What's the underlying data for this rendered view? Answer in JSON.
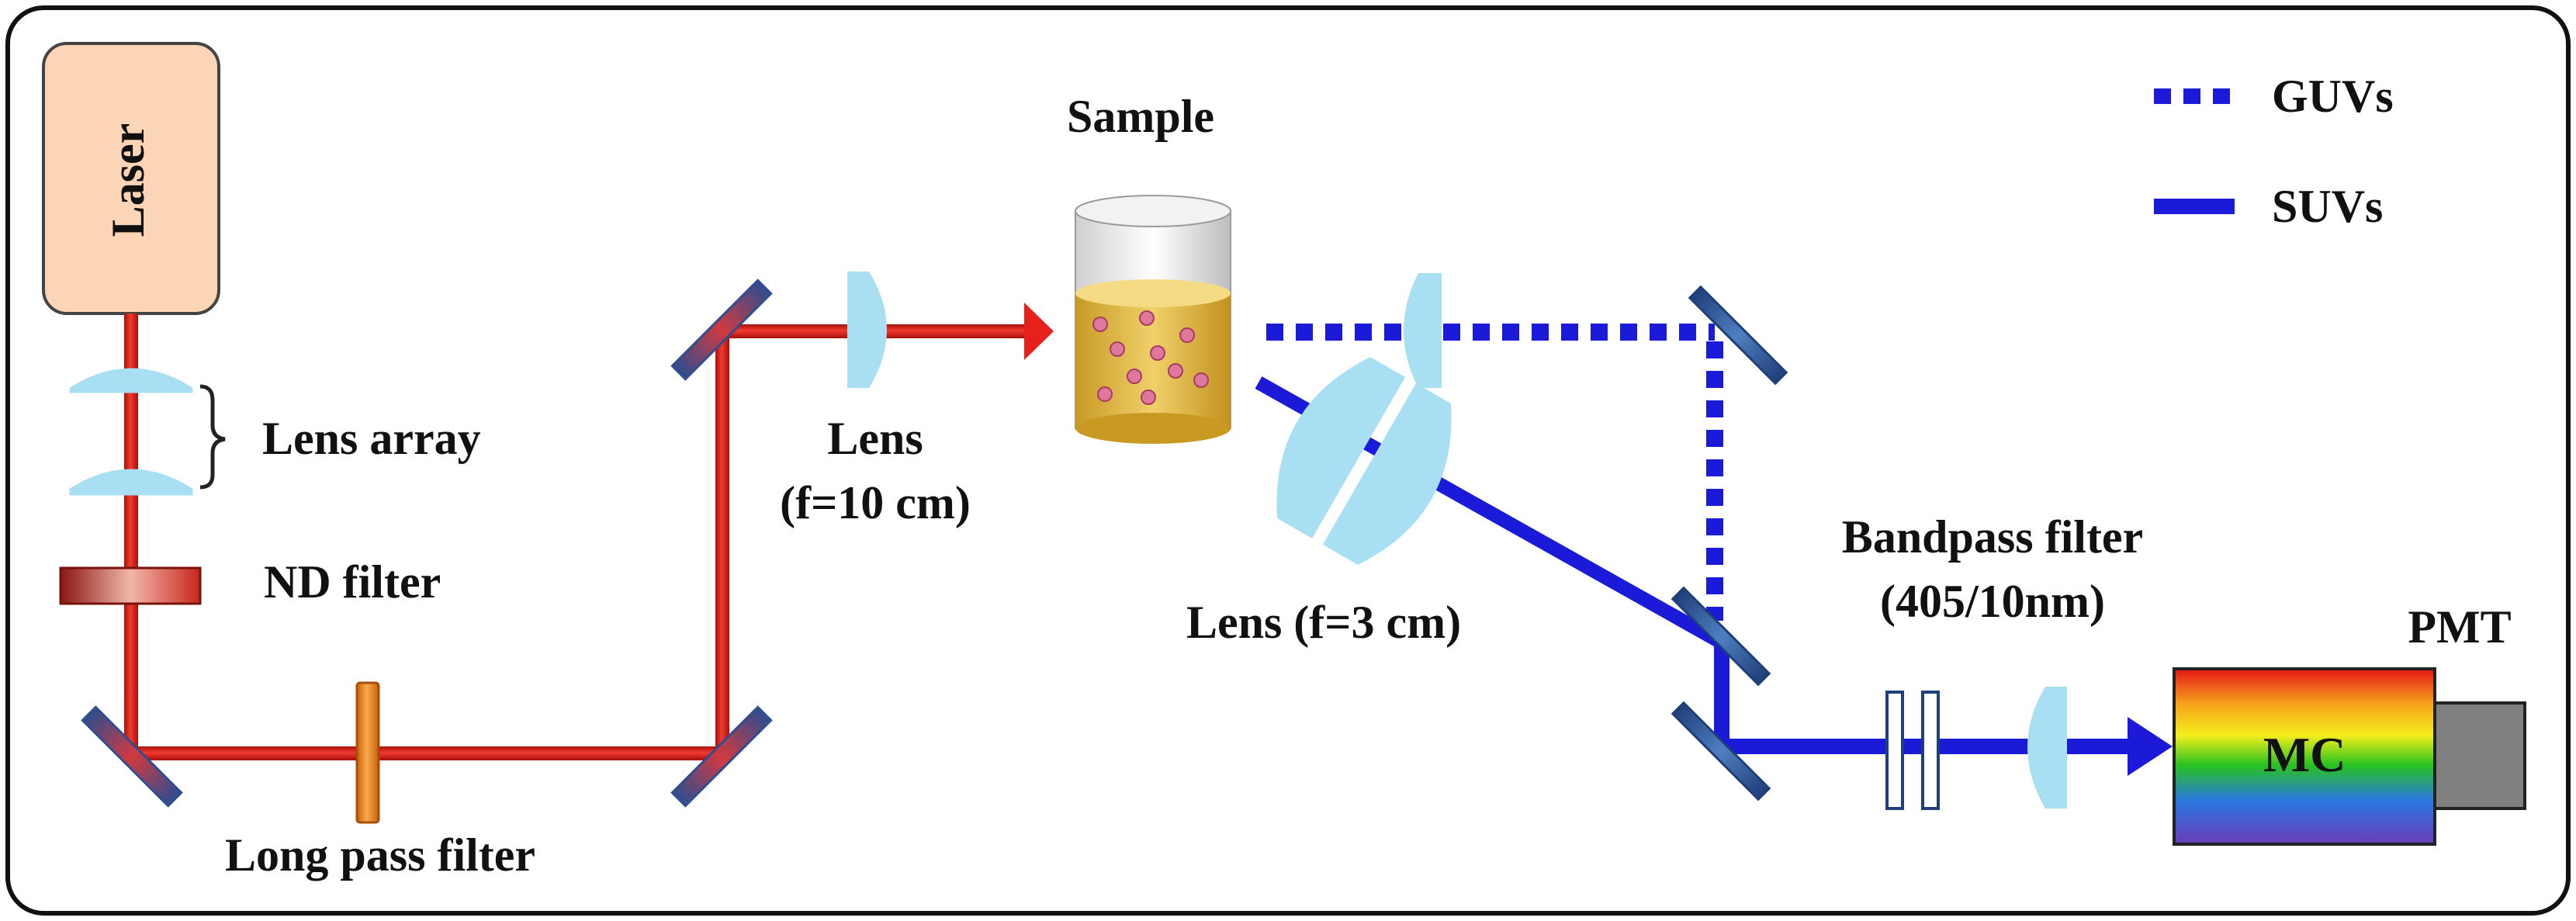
{
  "labels": {
    "laser": "Laser",
    "lens_array": "Lens array",
    "nd_filter": "ND filter",
    "long_pass_filter": "Long pass filter",
    "lens_10_line1": "Lens",
    "lens_10_line2": "(f=10 cm)",
    "sample": "Sample",
    "lens_3": "Lens (f=3 cm)",
    "bandpass_line1": "Bandpass filter",
    "bandpass_line2": "(405/10nm)",
    "pmt": "PMT",
    "mc": "MC"
  },
  "legend": [
    {
      "label": "GUVs",
      "style": "dotted"
    },
    {
      "label": "SUVs",
      "style": "solid"
    }
  ],
  "colors": {
    "red_beam": "#e8201c",
    "red_beam_dark": "#a80f0c",
    "blue_beam": "#1a1ad8",
    "blue_beam_dark": "#0a0a7a",
    "lens_fill": "#a9dff2",
    "mirror_fill": "#c9323c",
    "mirror_edge": "#2f4d8f",
    "laser_box": "#fbd5b5",
    "long_pass_filter": "#f08a1f",
    "sample_liquid": "#e9c04c",
    "particle": "#e0779c",
    "pmt_box": "#808080"
  }
}
